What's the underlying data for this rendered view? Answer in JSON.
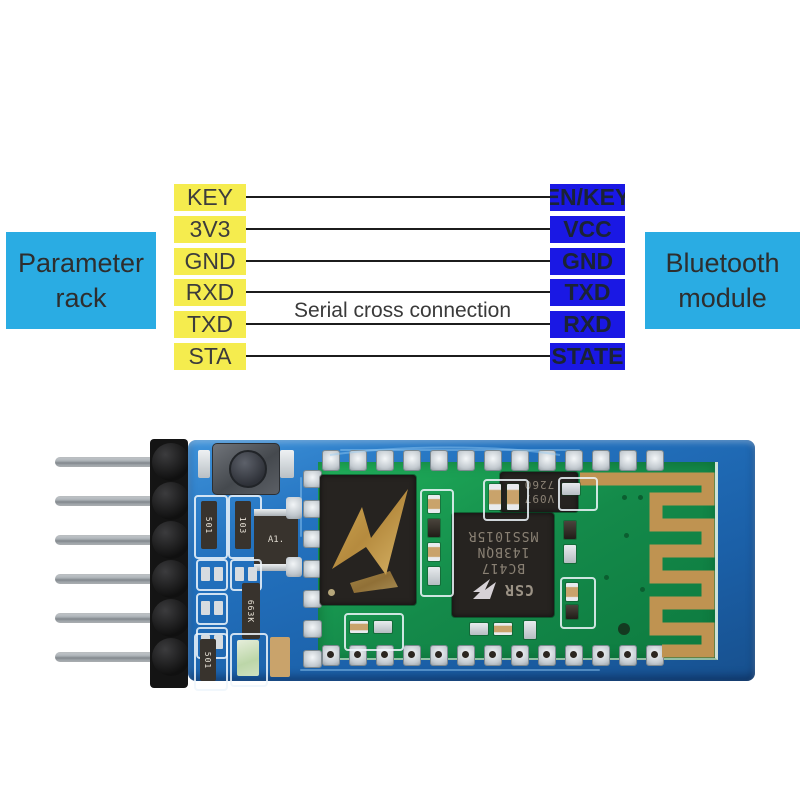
{
  "diagram": {
    "left_panel_label": "Parameter rack",
    "right_panel_label": "Bluetooth module",
    "note": "Serial cross connection",
    "rows": [
      {
        "left": "KEY",
        "right": "EN/KEY"
      },
      {
        "left": "3V3",
        "right": "VCC"
      },
      {
        "left": "GND",
        "right": "GND"
      },
      {
        "left": "RXD",
        "right": "TXD"
      },
      {
        "left": "TXD",
        "right": "RXD"
      },
      {
        "left": "STA",
        "right": "STATE"
      }
    ],
    "colors": {
      "panel_cyan": "#2aace3",
      "left_pin_yellow": "#f5ec4e",
      "right_pin_blue": "#1a18e4",
      "wire_black": "#1c1c1c"
    }
  },
  "board": {
    "pin_count": 6,
    "main_chip": {
      "logo_text": "CSR",
      "lines": [
        "BC417",
        "143BQN",
        "MSS1015R"
      ]
    },
    "small_chip": {
      "lines": [
        "7260",
        "V097"
      ]
    },
    "smd_labels": [
      "501",
      "103",
      "A1.",
      "663K",
      "501"
    ],
    "colors": {
      "pcb_blue": "#1b60a8",
      "module_green": "#148a4a",
      "antenna_gold": "#bf9351",
      "chip_black": "#262320"
    }
  }
}
